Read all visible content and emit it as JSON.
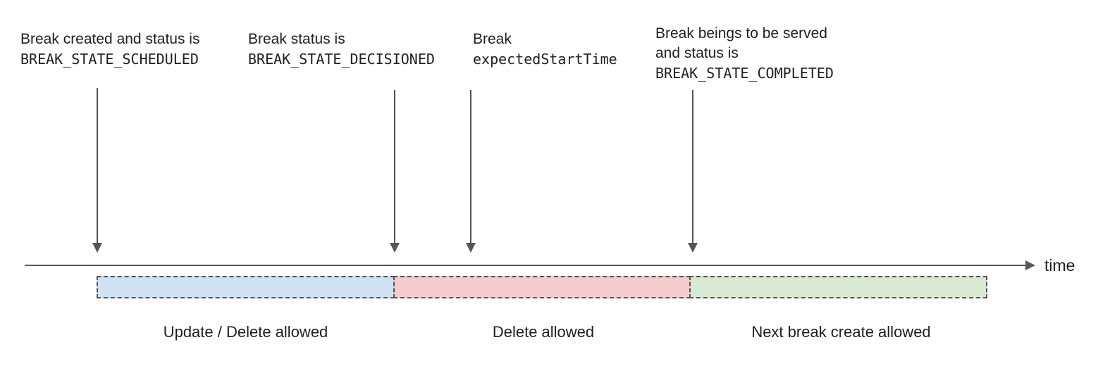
{
  "diagram": {
    "annotations": [
      {
        "line1": "Break created and status is",
        "code": "BREAK_STATE_SCHEDULED"
      },
      {
        "line1": "Break status is",
        "code": "BREAK_STATE_DECISIONED"
      },
      {
        "line1": "Break",
        "code": "expectedStartTime"
      },
      {
        "line1": "Break beings to be served",
        "line2": "and status is",
        "code": "BREAK_STATE_COMPLETED"
      }
    ],
    "axis": {
      "label": "time"
    },
    "segments": [
      {
        "label": "Update / Delete allowed",
        "fill": "#cfe2f3"
      },
      {
        "label": "Delete allowed",
        "fill": "#f4cccc"
      },
      {
        "label": "Next break create allowed",
        "fill": "#d9ead3"
      }
    ],
    "colors": {
      "line": "#555555",
      "text": "#1f1f1f"
    }
  }
}
